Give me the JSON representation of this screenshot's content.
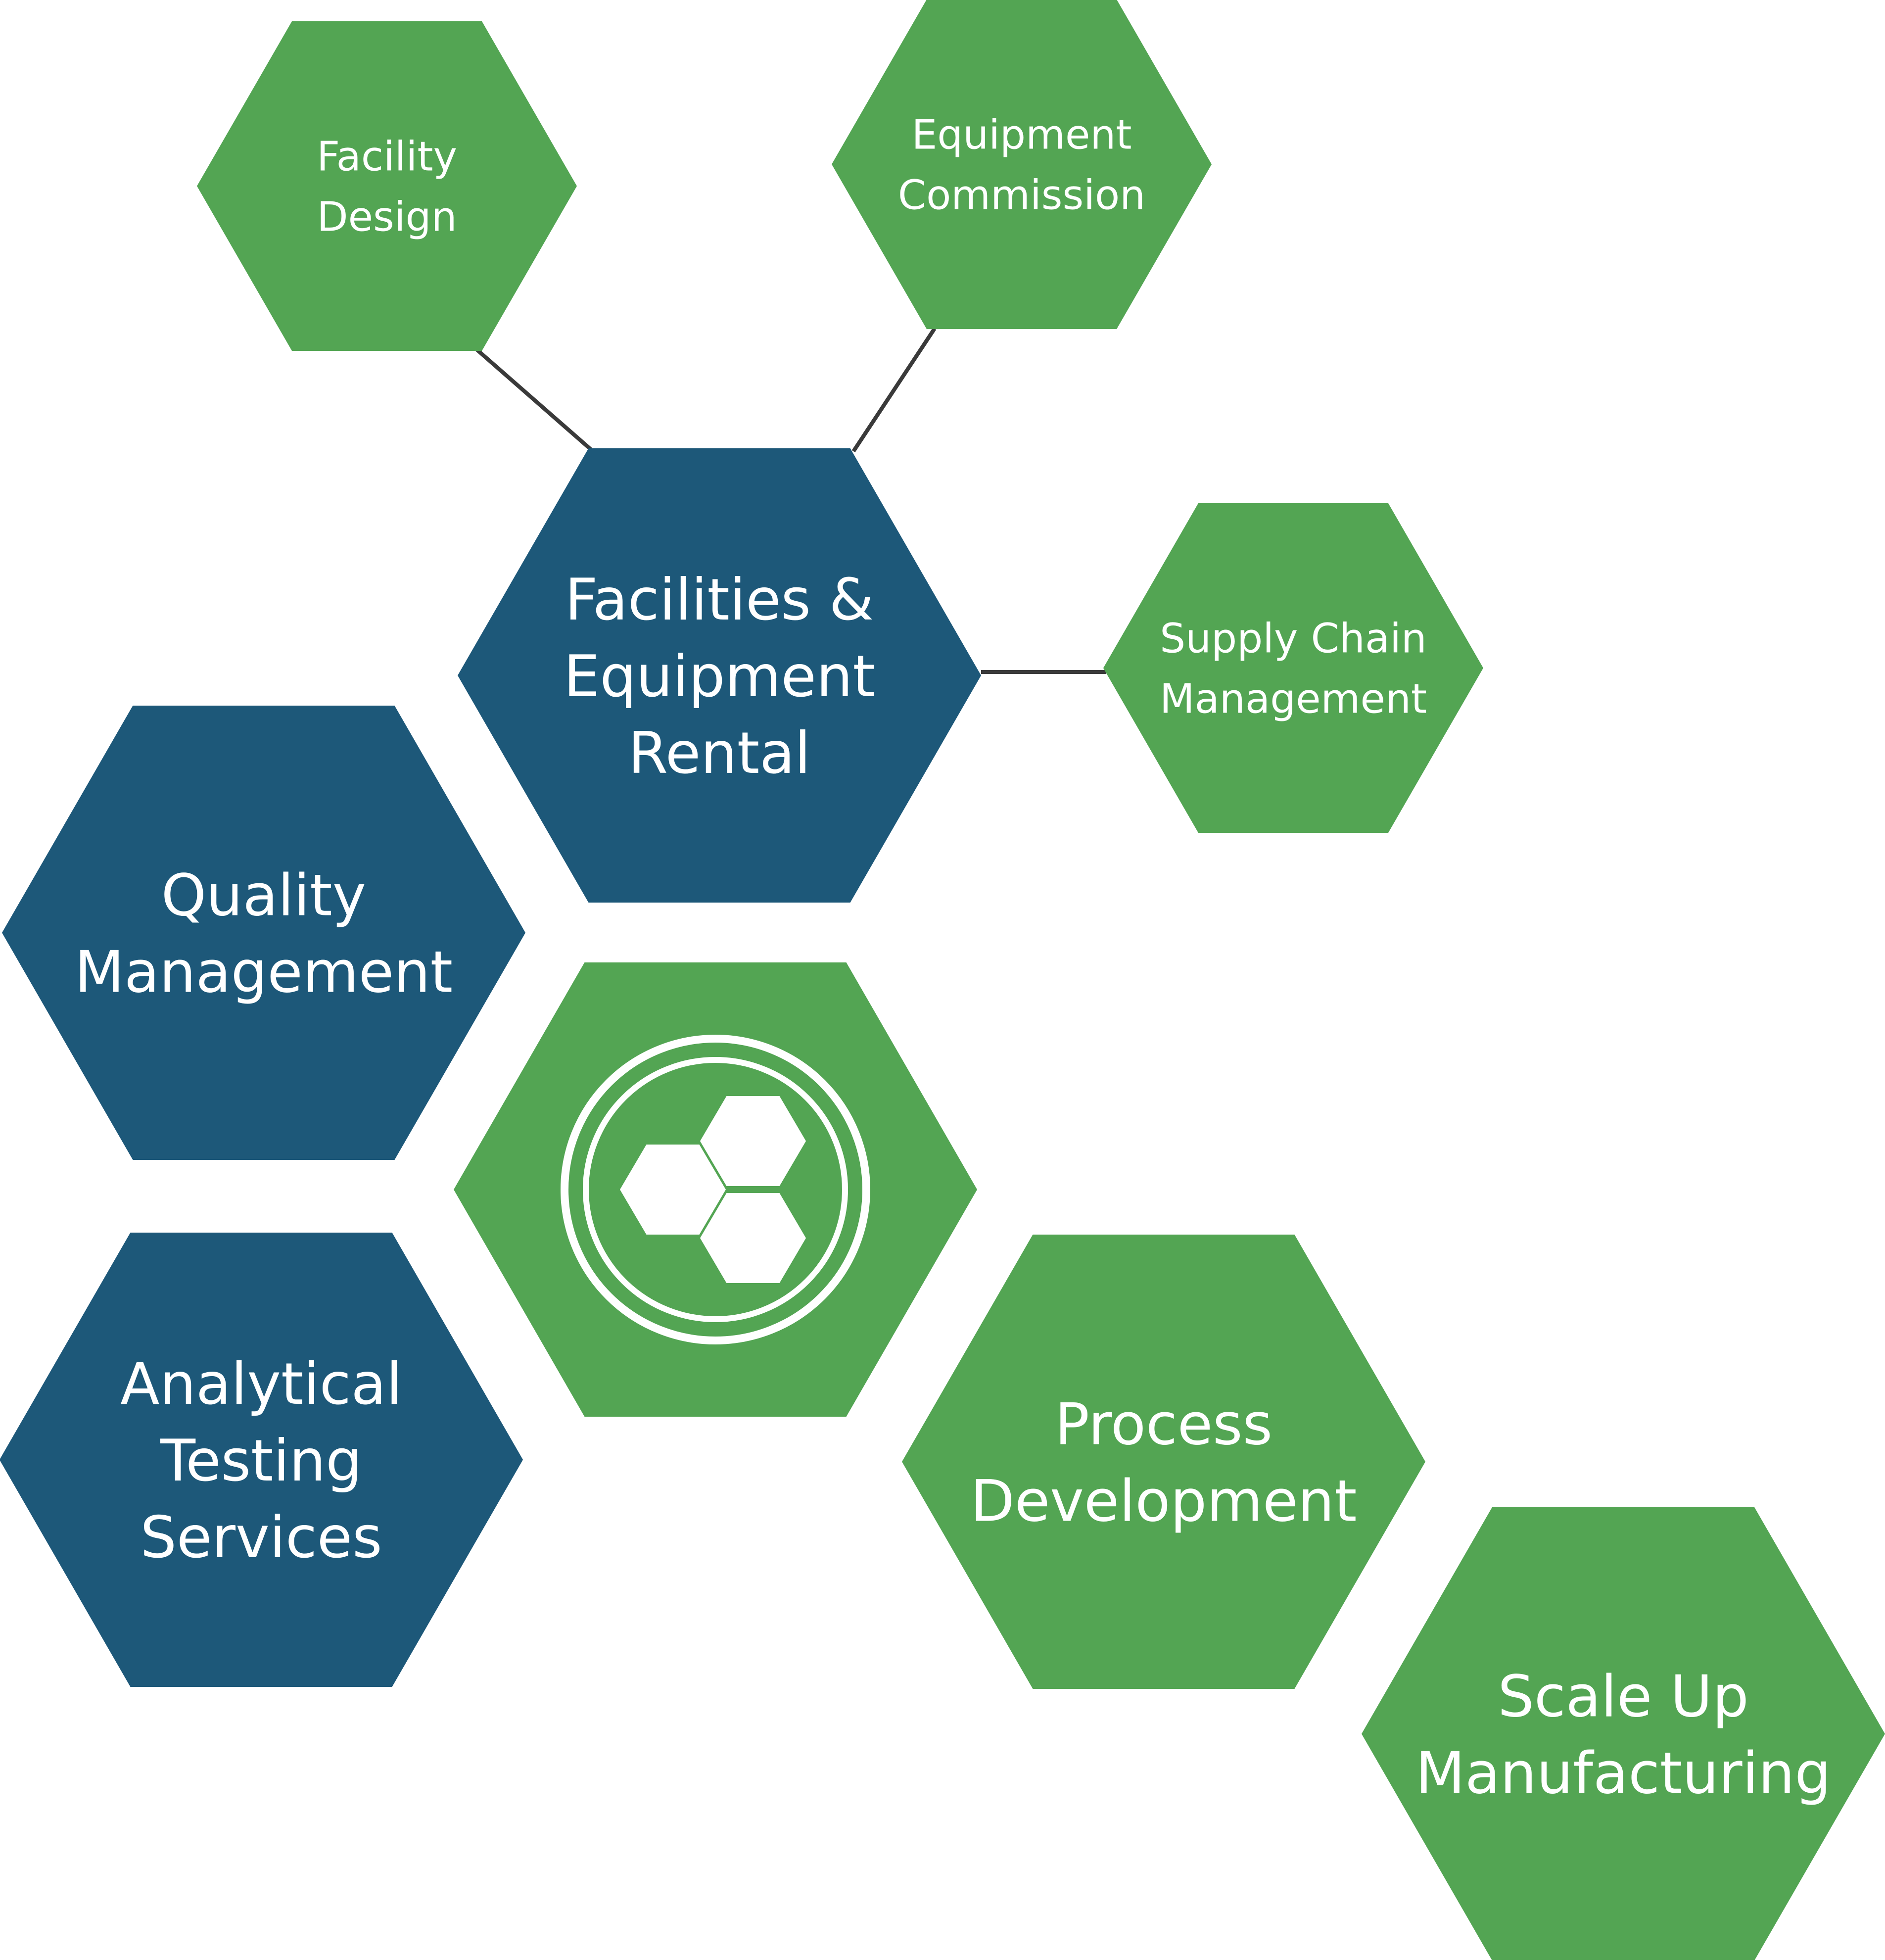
{
  "colors": {
    "green": "#53a553",
    "blue": "#1d5879",
    "connector": "#3a3a3a",
    "text": "#ffffff"
  },
  "nodes": [
    {
      "id": "facility-design",
      "color": "green",
      "lines": [
        "Facility",
        "Design"
      ]
    },
    {
      "id": "equipment-commission",
      "color": "green",
      "lines": [
        "Equipment",
        "Commission"
      ]
    },
    {
      "id": "facilities-equipment-rental",
      "color": "blue",
      "lines": [
        "Facilities &",
        "Equipment",
        "Rental"
      ]
    },
    {
      "id": "supply-chain-management",
      "color": "green",
      "lines": [
        "Supply Chain",
        "Management"
      ]
    },
    {
      "id": "quality-management",
      "color": "blue",
      "lines": [
        "Quality",
        "Management"
      ]
    },
    {
      "id": "center-logo",
      "color": "green",
      "lines": [],
      "icon": "three-hexagon-logo-icon"
    },
    {
      "id": "analytical-testing-services",
      "color": "blue",
      "lines": [
        "Analytical",
        "Testing",
        "Services"
      ]
    },
    {
      "id": "process-development",
      "color": "green",
      "lines": [
        "Process",
        "Development"
      ]
    },
    {
      "id": "scale-up-manufacturing",
      "color": "green",
      "lines": [
        "Scale Up",
        "Manufacturing"
      ]
    }
  ],
  "connections": [
    [
      "facility-design",
      "facilities-equipment-rental"
    ],
    [
      "equipment-commission",
      "facilities-equipment-rental"
    ],
    [
      "supply-chain-management",
      "facilities-equipment-rental"
    ]
  ]
}
